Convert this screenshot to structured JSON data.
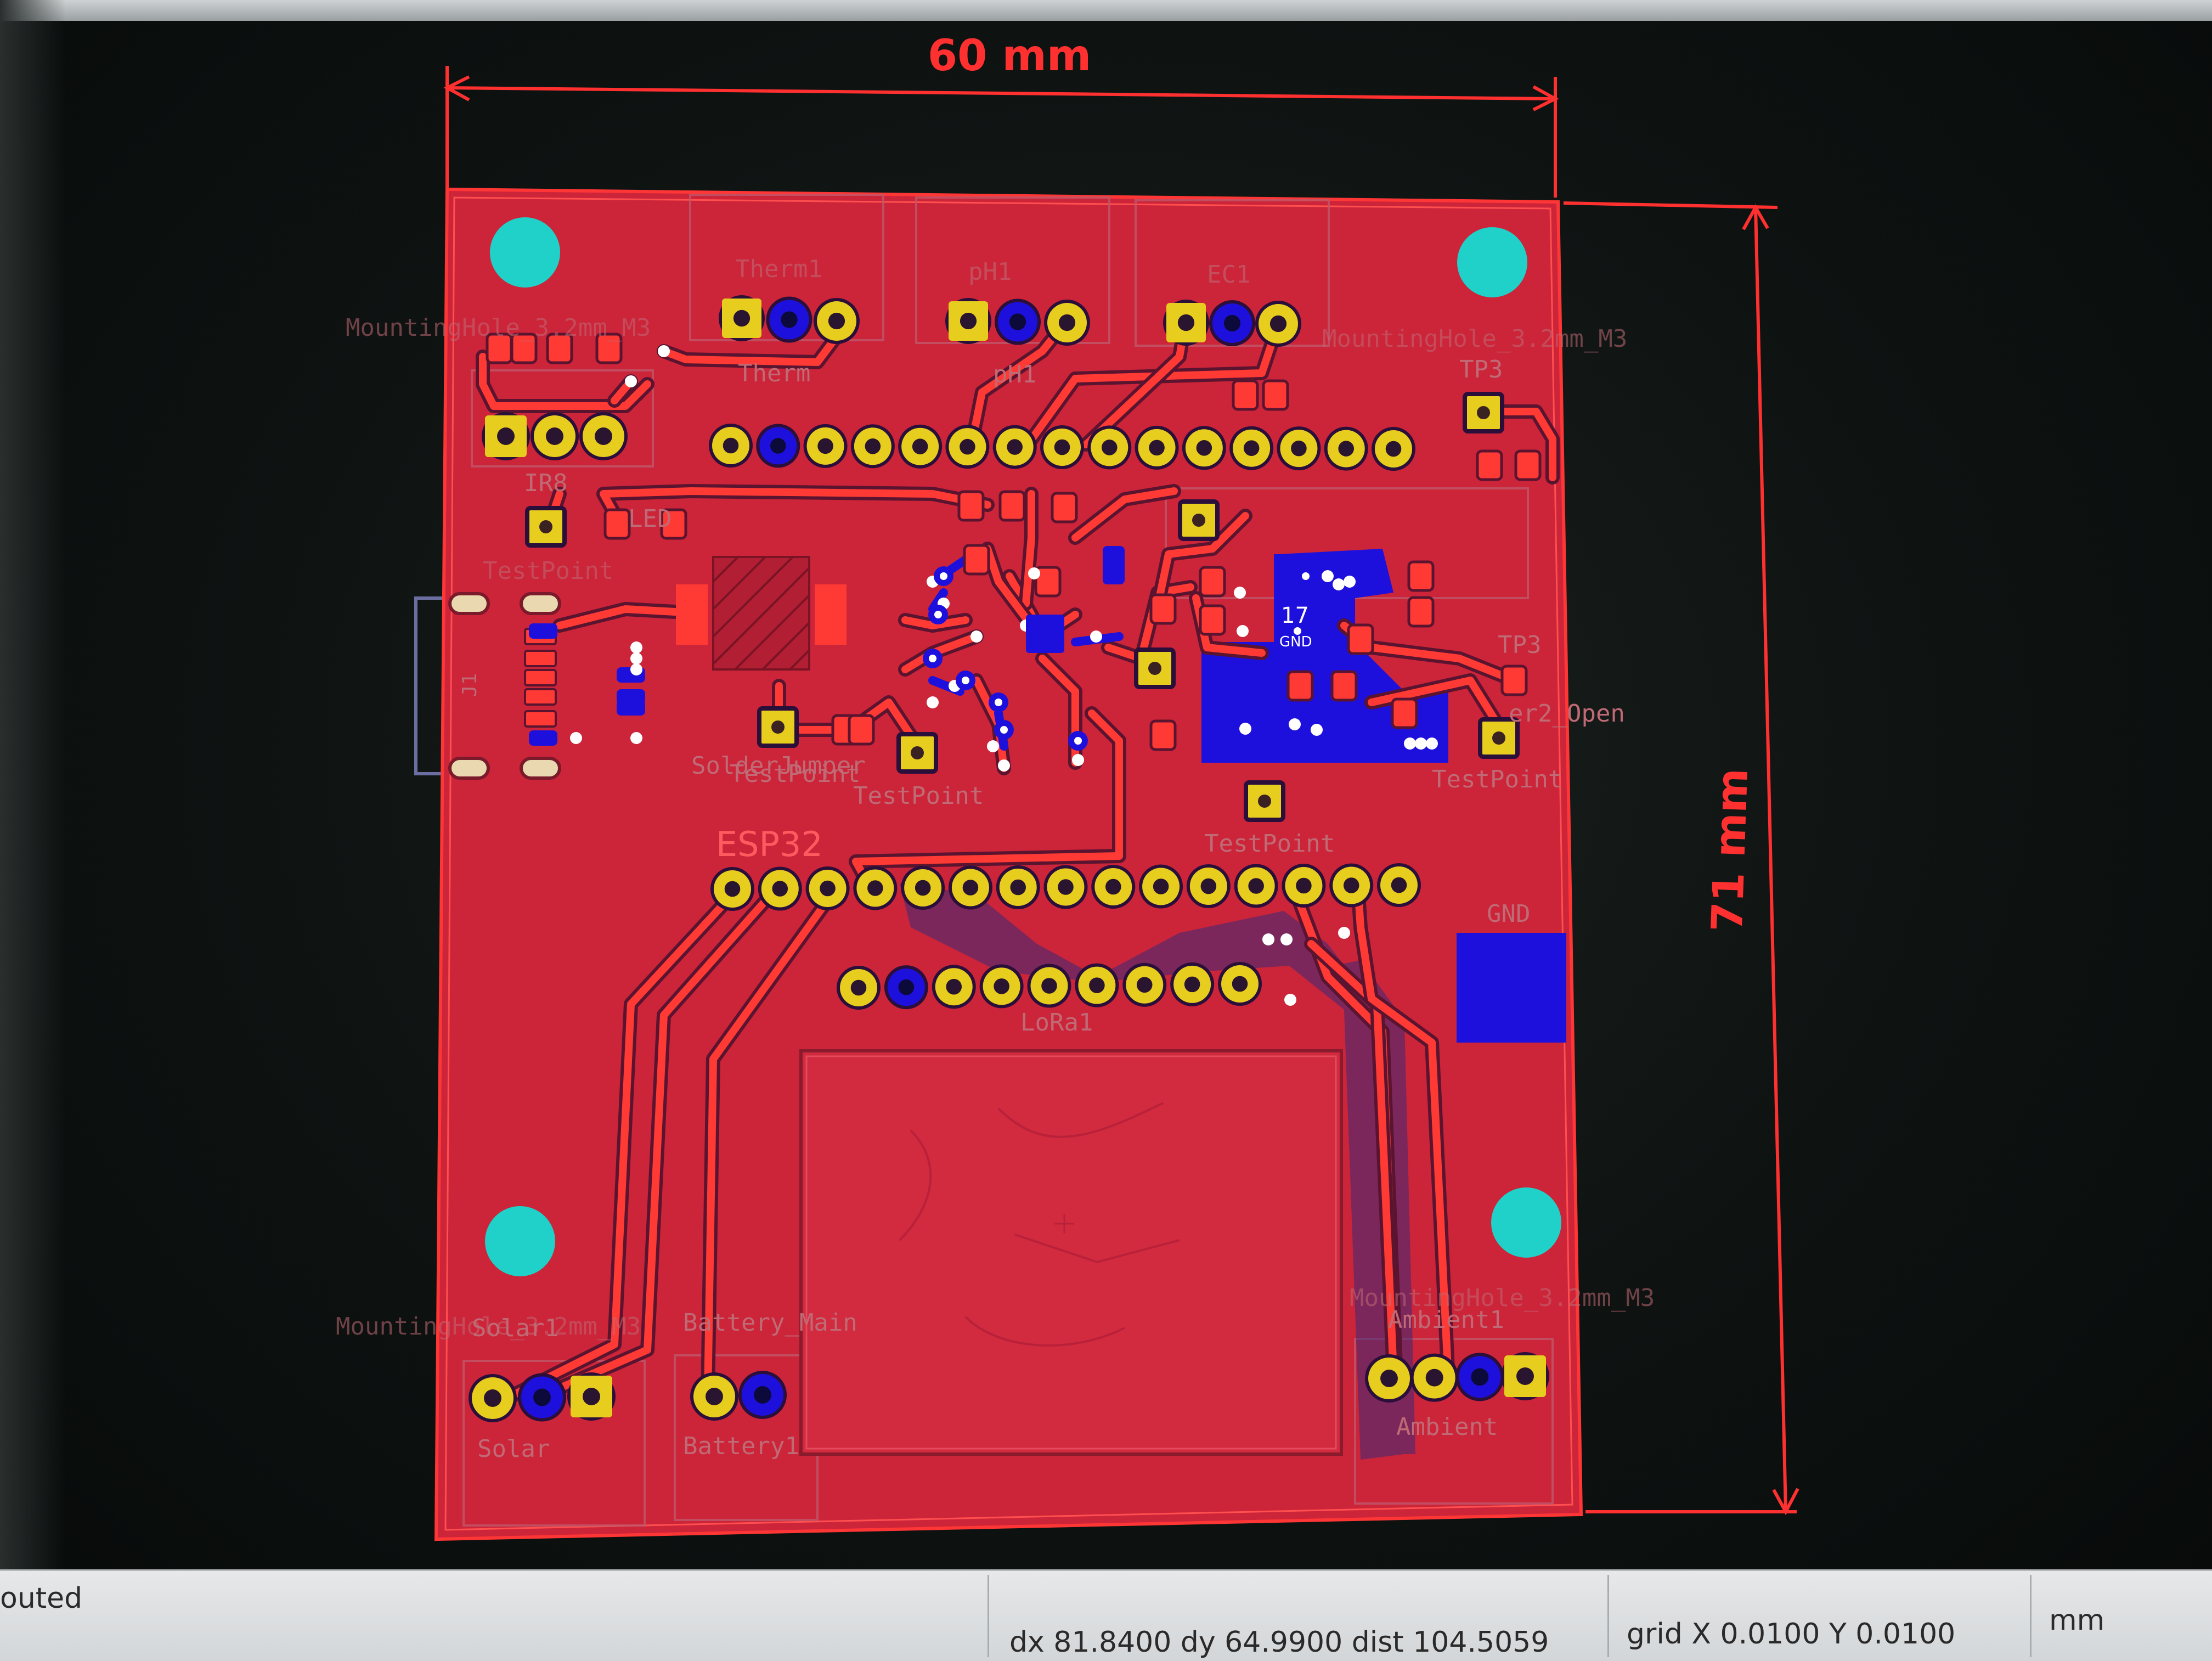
{
  "dimensions": {
    "width_label": "60 mm",
    "height_label": "71 mm"
  },
  "silkscreen": {
    "esp32": "ESP32",
    "lora": "LoRa1",
    "gnd_pad": "GND",
    "therm_ref": "Therm1",
    "therm_val": "Therm",
    "ph_ref": "pH1",
    "ph_val": "pH1",
    "ec_ref": "EC1",
    "mh_tl": "MountingHole_3.2mm_M3",
    "mh_tr": "MountingHole_3.2mm_M3",
    "mh_bl": "MountingHole_3.2mm_M3",
    "mh_br": "MountingHole_3.2mm_M3",
    "tp3": "TP3",
    "tp3b": "TP3",
    "ir8": "IR8",
    "testpoint_l": "TestPoint",
    "led": "LED",
    "solder_jumper": "SolderJumper",
    "testpoint_mid1": "TestPoint",
    "testpoint_mid2": "TestPoint",
    "testpoint_mid3": "TestPoint",
    "testpoint_r": "TestPoint",
    "jumper_open": "er2_Open",
    "solar_ref": "Solar1",
    "solar_val": "Solar",
    "battery_ref": "Battery_Main",
    "battery_val": "Battery1",
    "ambient_ref": "Ambient1",
    "ambient_val": "Ambient",
    "u_chip_pin": "17",
    "u_chip_net": "GND",
    "usb_ref": "J1"
  },
  "status_bar": {
    "left_fragment": "outed",
    "measure": "dx 81.8400  dy 64.9900  dist 104.5059",
    "grid": "grid X 0.0100  Y 0.0100",
    "units": "mm"
  },
  "colors": {
    "copper_front": "#cc2439",
    "copper_front_bright": "#ff3a35",
    "copper_back": "#1e10dc",
    "pad_gold": "#e7cd1e",
    "mounting_hole": "#1fd1c8",
    "board_edge": "#ff3636",
    "silkscreen": "#c06a75",
    "dimension": "#ff3030"
  }
}
